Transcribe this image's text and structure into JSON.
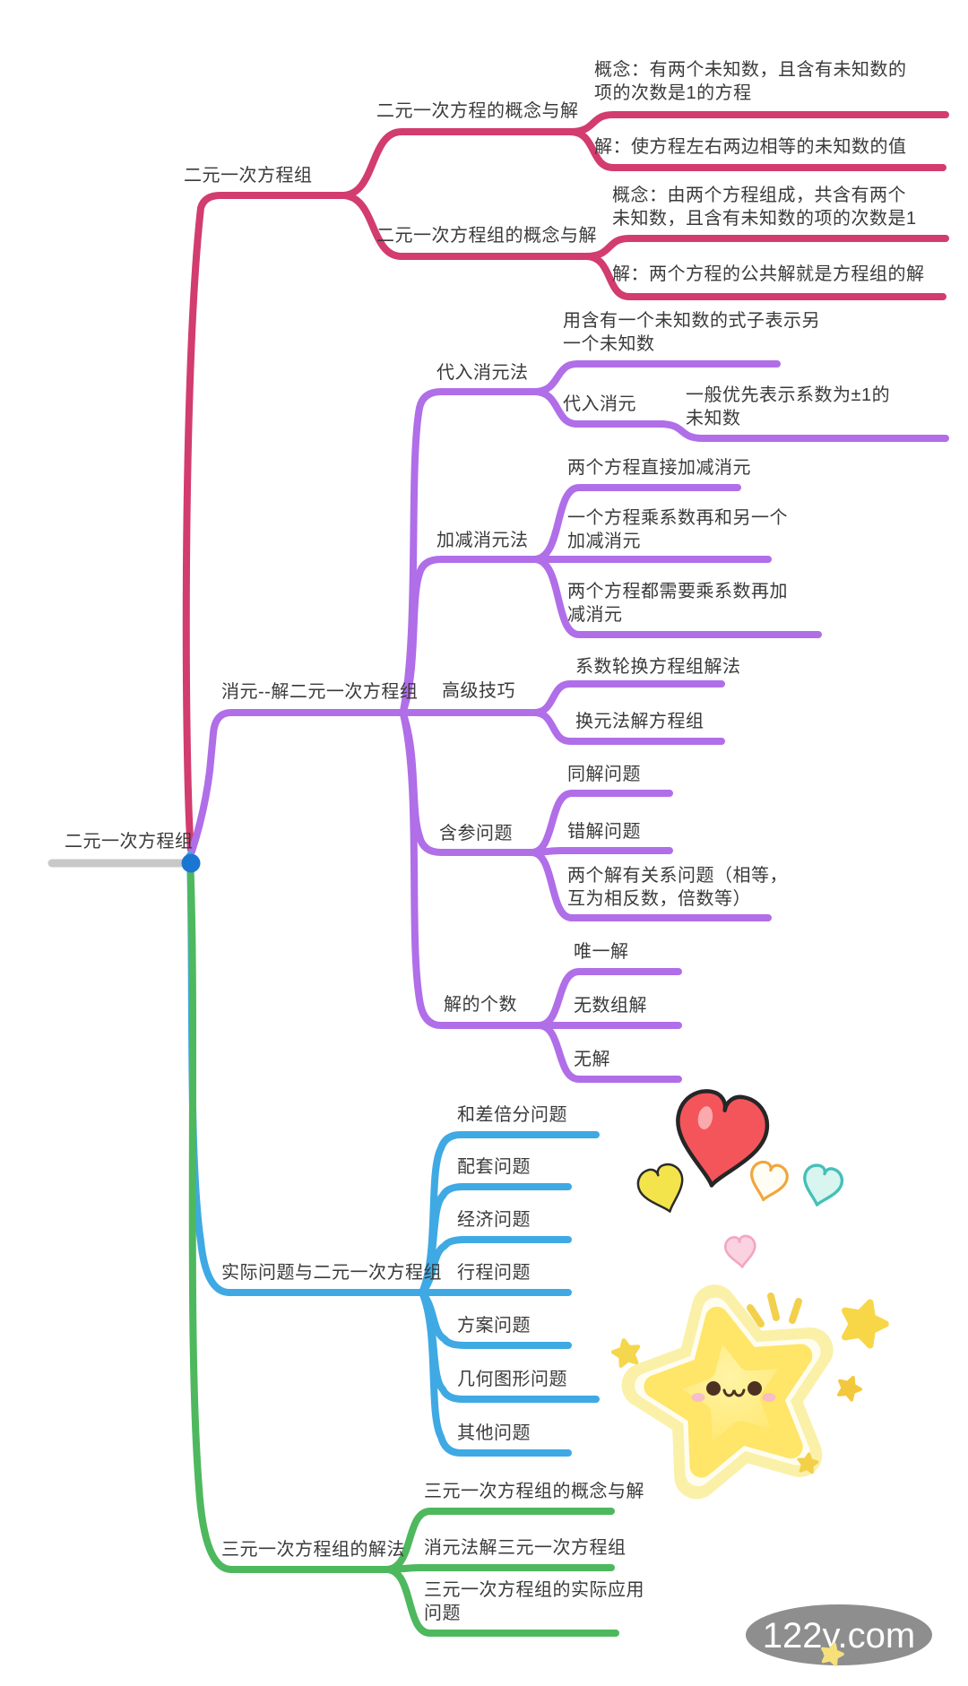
{
  "root": {
    "label": "二元一次方程组"
  },
  "branch1": {
    "label": "二元一次方程组",
    "concept_eq": {
      "label": "二元一次方程的概念与解",
      "concept": "概念：有两个未知数，且含有未知数的\n项的次数是1的方程",
      "solution": "解：使方程左右两边相等的未知数的值"
    },
    "concept_system": {
      "label": "二元一次方程组的概念与解",
      "concept": "概念：由两个方程组成，共含有两个\n未知数，且含有未知数的项的次数是1",
      "solution": "解：两个方程的公共解就是方程组的解"
    }
  },
  "branch2": {
    "label": "消元--解二元一次方程组",
    "substitution": {
      "label": "代入消元法",
      "express": "用含有一个未知数的式子表示另\n一个未知数",
      "step": "代入消元",
      "tip": "一般优先表示系数为±1的\n未知数"
    },
    "addsub": {
      "label": "加减消元法",
      "direct": "两个方程直接加减消元",
      "one_mul": "一个方程乘系数再和另一个\n加减消元",
      "both_mul": "两个方程都需要乘系数再加\n减消元"
    },
    "advanced": {
      "label": "高级技巧",
      "rotate": "系数轮换方程组解法",
      "change_var": "换元法解方程组"
    },
    "params": {
      "label": "含参问题",
      "same": "同解问题",
      "wrong": "错解问题",
      "related": "两个解有关系问题（相等，\n互为相反数，倍数等）"
    },
    "count": {
      "label": "解的个数",
      "unique": "唯一解",
      "infinite": "无数组解",
      "none": "无解"
    }
  },
  "branch3": {
    "label": "实际问题与二元一次方程组",
    "items": [
      "和差倍分问题",
      "配套问题",
      "经济问题",
      "行程问题",
      "方案问题",
      "几何图形问题",
      "其他问题"
    ]
  },
  "branch4": {
    "label": "三元一次方程组的解法",
    "concept": "三元一次方程组的概念与解",
    "method": "消元法解三元一次方程组",
    "application": "三元一次方程组的实际应用\n问题"
  },
  "watermark": {
    "text": "122y.com"
  },
  "colors": {
    "branch_concepts": "#d23c6e",
    "branch_elimination": "#b06ee8",
    "branch_applications": "#3fa9e4",
    "branch_three_var": "#4eb85e",
    "root_bar": "#c8c8c8",
    "root_dot": "#1b76d2",
    "text": "#3a3a3a",
    "watermark_bg": "#8e8e8e"
  }
}
